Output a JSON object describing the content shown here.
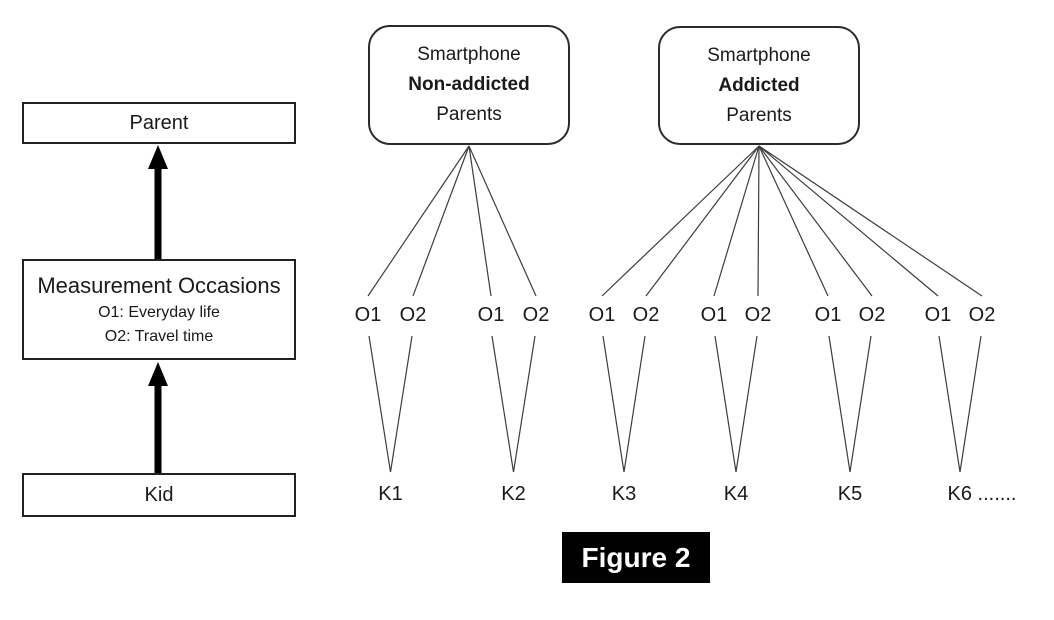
{
  "figure_label": "Figure 2",
  "left_flow": {
    "parent_label": "Parent",
    "measurement_title": "Measurement Occasions",
    "measurement_sub1": "O1: Everyday life",
    "measurement_sub2": "O2: Travel time",
    "kid_label": "Kid"
  },
  "groups": [
    {
      "title_line1": "Smartphone",
      "title_line2": "Non-addicted",
      "title_line3": "Parents",
      "kids": [
        {
          "label": "K1",
          "occasions": [
            "O1",
            "O2"
          ]
        },
        {
          "label": "K2",
          "occasions": [
            "O1",
            "O2"
          ]
        }
      ]
    },
    {
      "title_line1": "Smartphone",
      "title_line2": "Addicted",
      "title_line3": "Parents",
      "kids": [
        {
          "label": "K3",
          "occasions": [
            "O1",
            "O2"
          ]
        },
        {
          "label": "K4",
          "occasions": [
            "O1",
            "O2"
          ]
        },
        {
          "label": "K5",
          "occasions": [
            "O1",
            "O2"
          ]
        },
        {
          "label": "K6 .......",
          "occasions": [
            "O1",
            "O2"
          ]
        }
      ]
    }
  ],
  "colors": {
    "background": "#ffffff",
    "line": "#3d3d3d",
    "border": "#222222",
    "arrow": "#000000",
    "text": "#1a1a1a",
    "caption_bg": "#000000",
    "caption_text": "#ffffff"
  }
}
